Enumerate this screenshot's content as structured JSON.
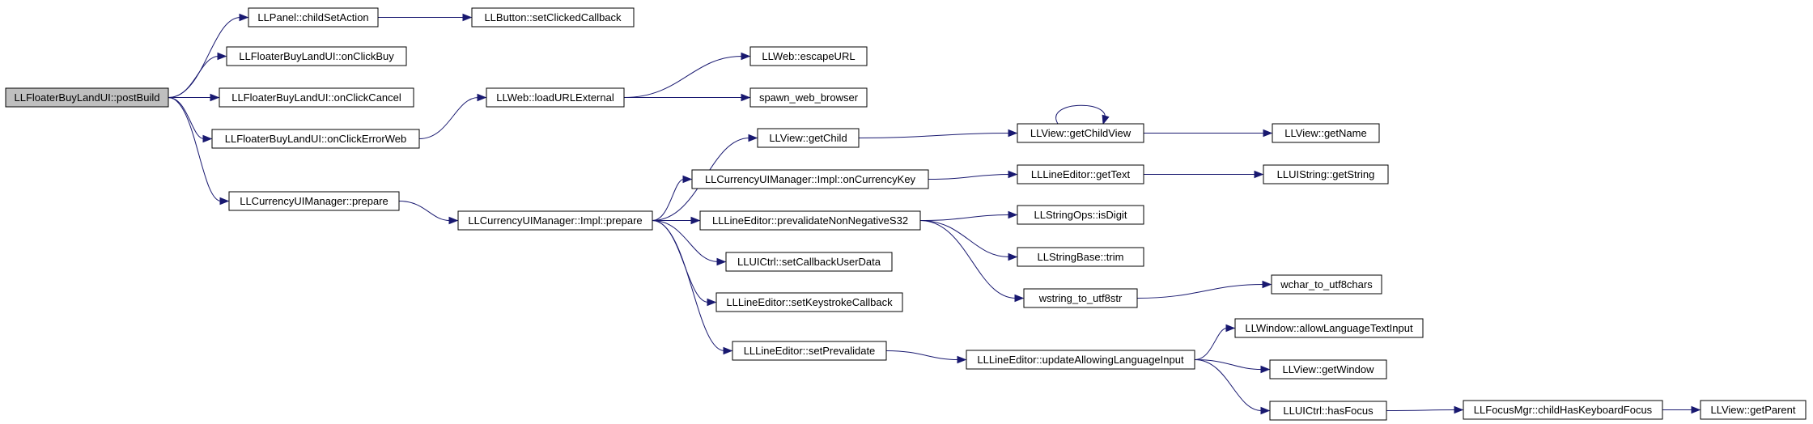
{
  "graph": {
    "nodes": [
      {
        "id": "postBuild",
        "label": "LLFloaterBuyLandUI::postBuild",
        "root": true
      },
      {
        "id": "childSetAction",
        "label": "LLPanel::childSetAction"
      },
      {
        "id": "setClickedCallback",
        "label": "LLButton::setClickedCallback"
      },
      {
        "id": "onClickBuy",
        "label": "LLFloaterBuyLandUI::onClickBuy"
      },
      {
        "id": "onClickCancel",
        "label": "LLFloaterBuyLandUI::onClickCancel"
      },
      {
        "id": "onClickErrorWeb",
        "label": "LLFloaterBuyLandUI::onClickErrorWeb"
      },
      {
        "id": "loadURLExternal",
        "label": "LLWeb::loadURLExternal"
      },
      {
        "id": "escapeURL",
        "label": "LLWeb::escapeURL"
      },
      {
        "id": "spawnWebBrowser",
        "label": "spawn_web_browser"
      },
      {
        "id": "cuiPrepare",
        "label": "LLCurrencyUIManager::prepare"
      },
      {
        "id": "implPrepare",
        "label": "LLCurrencyUIManager::Impl::prepare"
      },
      {
        "id": "getChild",
        "label": "LLView::getChild"
      },
      {
        "id": "getChildView",
        "label": "LLView::getChildView"
      },
      {
        "id": "getName",
        "label": "LLView::getName"
      },
      {
        "id": "onCurrencyKey",
        "label": "LLCurrencyUIManager::Impl::onCurrencyKey"
      },
      {
        "id": "getText",
        "label": "LLLineEditor::getText"
      },
      {
        "id": "getString",
        "label": "LLUIString::getString"
      },
      {
        "id": "prevalidate",
        "label": "LLLineEditor::prevalidateNonNegativeS32"
      },
      {
        "id": "isDigit",
        "label": "LLStringOps::isDigit"
      },
      {
        "id": "trim",
        "label": "LLStringBase::trim"
      },
      {
        "id": "wstringToUtf8",
        "label": "wstring_to_utf8str"
      },
      {
        "id": "wcharToUtf8",
        "label": "wchar_to_utf8chars"
      },
      {
        "id": "setCallbackUserData",
        "label": "LLUICtrl::setCallbackUserData"
      },
      {
        "id": "setKeystrokeCallback",
        "label": "LLLineEditor::setKeystrokeCallback"
      },
      {
        "id": "setPrevalidate",
        "label": "LLLineEditor::setPrevalidate"
      },
      {
        "id": "updateLang",
        "label": "LLLineEditor::updateAllowingLanguageInput"
      },
      {
        "id": "allowLang",
        "label": "LLWindow::allowLanguageTextInput"
      },
      {
        "id": "getWindow",
        "label": "LLView::getWindow"
      },
      {
        "id": "hasFocus",
        "label": "LLUICtrl::hasFocus"
      },
      {
        "id": "childHasKbFocus",
        "label": "LLFocusMgr::childHasKeyboardFocus"
      },
      {
        "id": "getParent",
        "label": "LLView::getParent"
      }
    ],
    "edges": [
      [
        "postBuild",
        "childSetAction"
      ],
      [
        "childSetAction",
        "setClickedCallback"
      ],
      [
        "postBuild",
        "onClickBuy"
      ],
      [
        "postBuild",
        "onClickCancel"
      ],
      [
        "postBuild",
        "onClickErrorWeb"
      ],
      [
        "onClickErrorWeb",
        "loadURLExternal"
      ],
      [
        "loadURLExternal",
        "escapeURL"
      ],
      [
        "loadURLExternal",
        "spawnWebBrowser"
      ],
      [
        "postBuild",
        "cuiPrepare"
      ],
      [
        "cuiPrepare",
        "implPrepare"
      ],
      [
        "implPrepare",
        "getChild"
      ],
      [
        "getChild",
        "getChildView"
      ],
      [
        "getChildView",
        "getChildView"
      ],
      [
        "getChildView",
        "getName"
      ],
      [
        "implPrepare",
        "onCurrencyKey"
      ],
      [
        "onCurrencyKey",
        "getText"
      ],
      [
        "getText",
        "getString"
      ],
      [
        "implPrepare",
        "prevalidate"
      ],
      [
        "prevalidate",
        "isDigit"
      ],
      [
        "prevalidate",
        "trim"
      ],
      [
        "prevalidate",
        "wstringToUtf8"
      ],
      [
        "wstringToUtf8",
        "wcharToUtf8"
      ],
      [
        "implPrepare",
        "setCallbackUserData"
      ],
      [
        "implPrepare",
        "setKeystrokeCallback"
      ],
      [
        "implPrepare",
        "setPrevalidate"
      ],
      [
        "setPrevalidate",
        "updateLang"
      ],
      [
        "updateLang",
        "allowLang"
      ],
      [
        "updateLang",
        "getWindow"
      ],
      [
        "updateLang",
        "hasFocus"
      ],
      [
        "hasFocus",
        "childHasKbFocus"
      ],
      [
        "childHasKbFocus",
        "getParent"
      ]
    ]
  }
}
